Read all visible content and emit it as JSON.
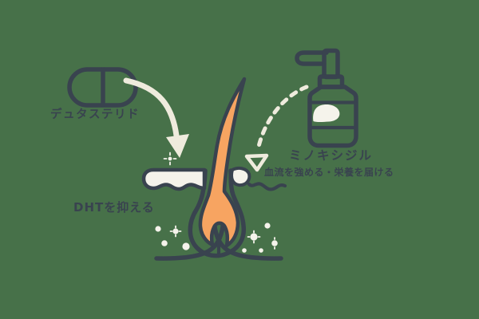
{
  "colors": {
    "background": "#477149",
    "outline": "#39434F",
    "text": "#39434F",
    "hair": "#F7A461",
    "cream": "#EFEBDD",
    "white": "#F5F3EB"
  },
  "labels": {
    "dutasteride": {
      "name": "デュタステリド",
      "effect": "DHTを抑える"
    },
    "minoxidil": {
      "name": "ミノキシジル",
      "effect": "血流を強める・栄養を届ける"
    }
  },
  "icons": {
    "pill": "capsule-icon",
    "solid_arrow": "curved-arrow-icon",
    "dashed_arrow": "dashed-arrow-icon",
    "follicle": "hair-follicle-icon",
    "spray": "spray-bottle-icon"
  }
}
